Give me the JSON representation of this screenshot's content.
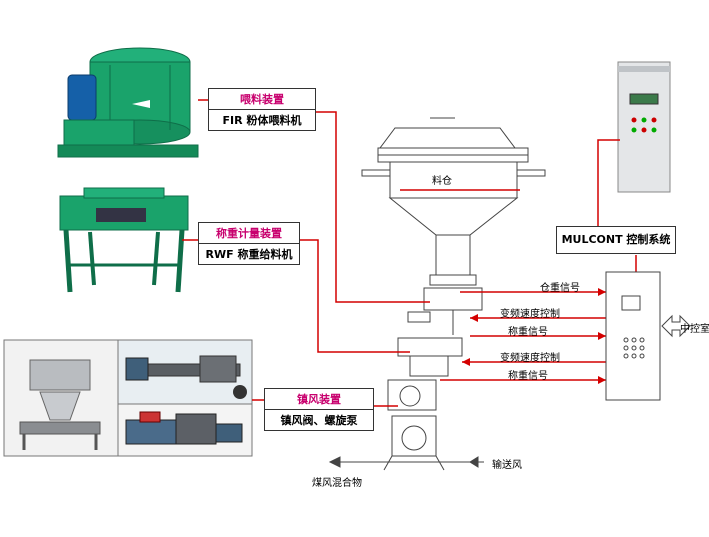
{
  "boxes": {
    "feeder": {
      "title": "喂料装置",
      "subtitle": "FIR 粉体喂料机"
    },
    "weigher": {
      "title": "称重计量装置",
      "subtitle": "RWF 称重给料机"
    },
    "lock": {
      "title": "镇风装置",
      "subtitle": "镇风阀、螺旋泵"
    },
    "control": {
      "title": "MULCONT 控制系统"
    }
  },
  "silo_label": "料仓",
  "signals": [
    {
      "text": "仓重信号"
    },
    {
      "text": "变频速度控制"
    },
    {
      "text": "称重信号"
    },
    {
      "text": "变频速度控制"
    },
    {
      "text": "称重信号"
    }
  ],
  "central_room": "中控室",
  "conveying_air": "输送风",
  "coal_air_mix": "煤风混合物",
  "colors": {
    "line_red": "#d40000",
    "machine_green": "#1aa36b",
    "magenta": "#c8006e"
  }
}
